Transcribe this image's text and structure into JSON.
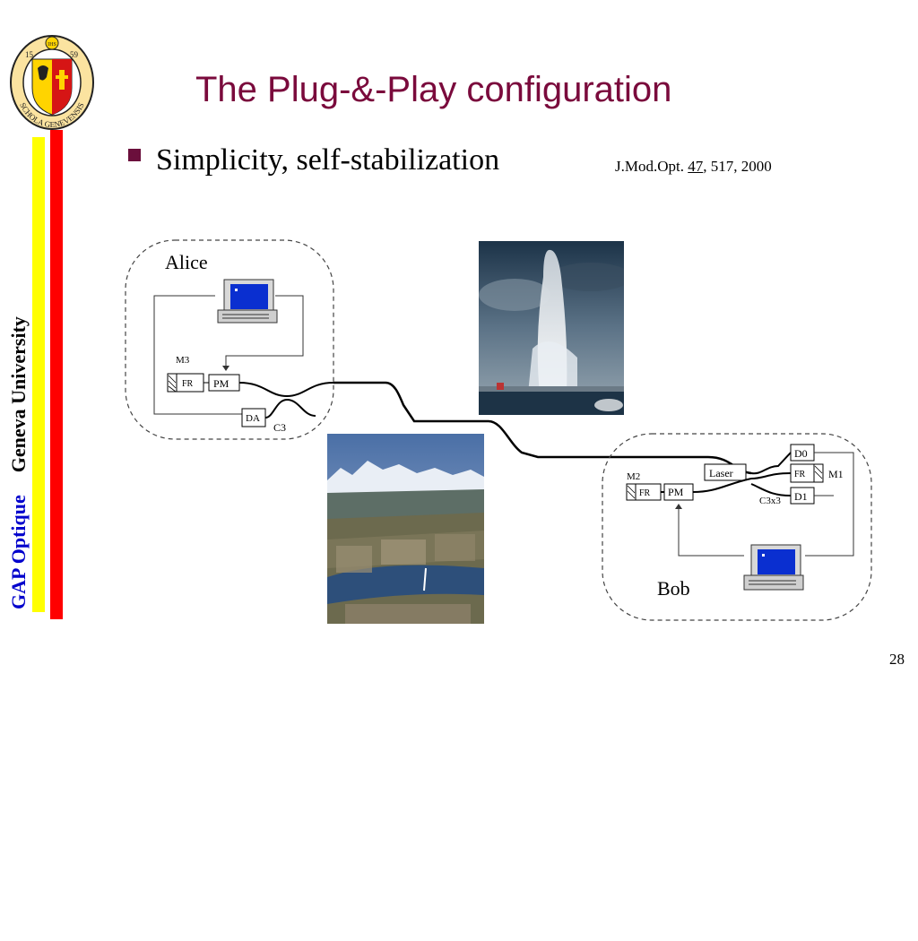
{
  "slide": {
    "title": "The Plug-&-Play configuration",
    "bullet": "Simplicity, self-stabilization",
    "reference": {
      "prefix": "J.Mod.Opt. ",
      "volume": "47",
      "suffix": ", 517, 2000"
    },
    "page_number": "28"
  },
  "sidebar": {
    "university": "Geneva University",
    "group": "GAP Optique",
    "colors": {
      "group_text": "#0000cc",
      "university_text": "#000000",
      "stripe_yellow": "#ffff00",
      "stripe_red": "#ff0000"
    }
  },
  "logo": {
    "seal_text": "SCHOLA GENEVENSIS",
    "year_left": "15",
    "year_right": "59",
    "top_mark": "IHS"
  },
  "diagram": {
    "alice": {
      "name": "Alice",
      "mirror": "M3",
      "faraday": "FR",
      "modulator": "PM",
      "detector": "DA",
      "coupler": "C3"
    },
    "bob": {
      "name": "Bob",
      "mirror_left": "M2",
      "faraday_left": "FR",
      "modulator": "PM",
      "laser": "Laser",
      "detector0": "D0",
      "faraday_right": "FR",
      "mirror_right": "M1",
      "detector1": "D1",
      "coupler": "C3x3"
    }
  },
  "photos": {
    "fountain": "jet-d-eau-fountain-photo",
    "city": "geneva-aerial-photo"
  },
  "colors": {
    "title": "#7a0a3c",
    "bullet_marker": "#6b0f3c"
  }
}
